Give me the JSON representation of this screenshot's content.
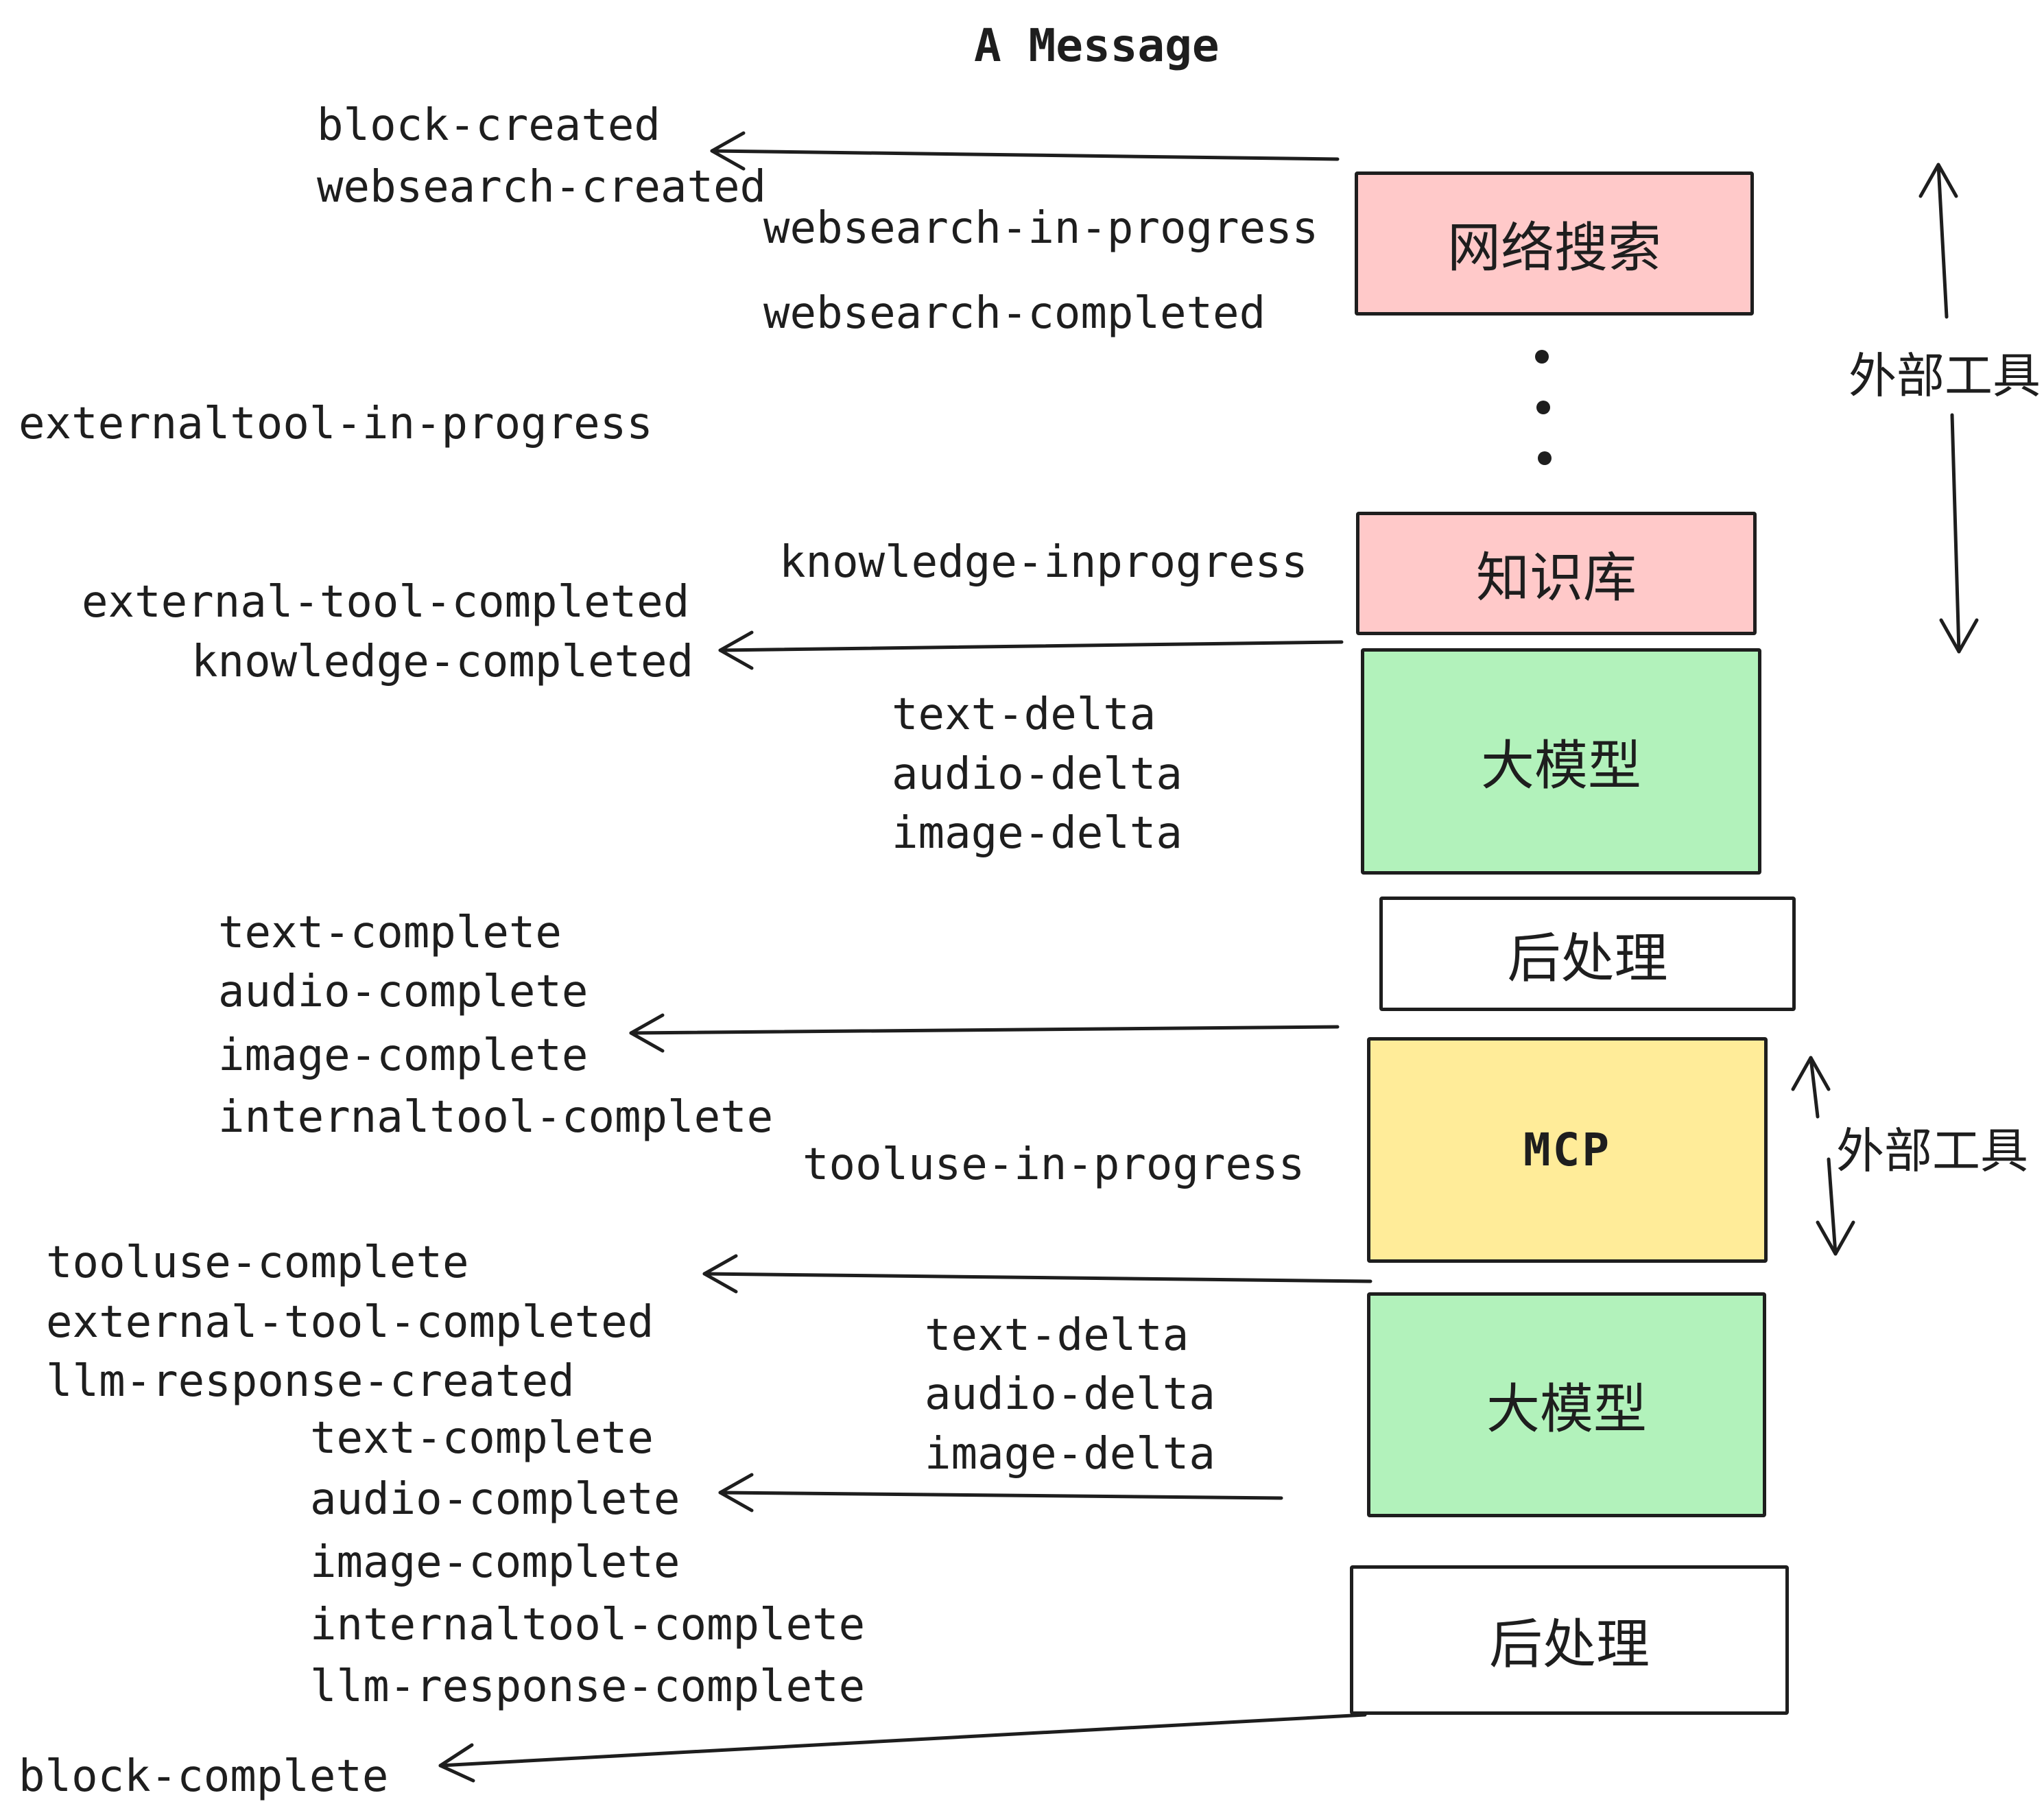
{
  "title": "A Message",
  "colors": {
    "ink": "#1e1e1e",
    "pink": "#ffc9c9",
    "green": "#b2f2bb",
    "yellow": "#ffec99",
    "white": "#ffffff",
    "background": "#ffffff"
  },
  "pipeline": {
    "boxes": [
      {
        "id": "websearch",
        "label": "网络搜索",
        "fill": "#ffc9c9"
      },
      {
        "id": "knowledge",
        "label": "知识库",
        "fill": "#ffc9c9"
      },
      {
        "id": "llm-1",
        "label": "大模型",
        "fill": "#b2f2bb"
      },
      {
        "id": "postprocess-1",
        "label": "后处理",
        "fill": "#ffffff"
      },
      {
        "id": "mcp",
        "label": "MCP",
        "fill": "#ffec99"
      },
      {
        "id": "llm-2",
        "label": "大模型",
        "fill": "#b2f2bb"
      },
      {
        "id": "postprocess-2",
        "label": "后处理",
        "fill": "#ffffff"
      }
    ],
    "ellipsis_dots": 3
  },
  "annotations": {
    "external_tools_top": "外部工具",
    "external_tools_bottom": "外部工具"
  },
  "events": {
    "phase1": {
      "block_created": "block-created",
      "websearch_created": "websearch-created",
      "websearch_in_progress": "websearch-in-progress",
      "websearch_completed": "websearch-completed",
      "externaltool_in_progress": "externaltool-in-progress",
      "knowledge_inprogress": "knowledge-inprogress",
      "external_tool_completed": "external-tool-completed",
      "knowledge_completed": "knowledge-completed",
      "text_delta": "text-delta",
      "audio_delta": "audio-delta",
      "image_delta": "image-delta",
      "text_complete": "text-complete",
      "audio_complete": "audio-complete",
      "image_complete": "image-complete",
      "internaltool_complete": "internaltool-complete",
      "tooluse_in_progress": "tooluse-in-progress"
    },
    "phase2": {
      "tooluse_complete": "tooluse-complete",
      "external_tool_completed": "external-tool-completed",
      "llm_response_created": "llm-response-created",
      "text_complete": "text-complete",
      "text_delta": "text-delta",
      "audio_delta": "audio-delta",
      "image_delta": "image-delta",
      "audio_complete": "audio-complete",
      "image_complete": "image-complete",
      "internaltool_complete": "internaltool-complete",
      "llm_response_complete": "llm-response-complete",
      "block_complete": "block-complete"
    }
  }
}
